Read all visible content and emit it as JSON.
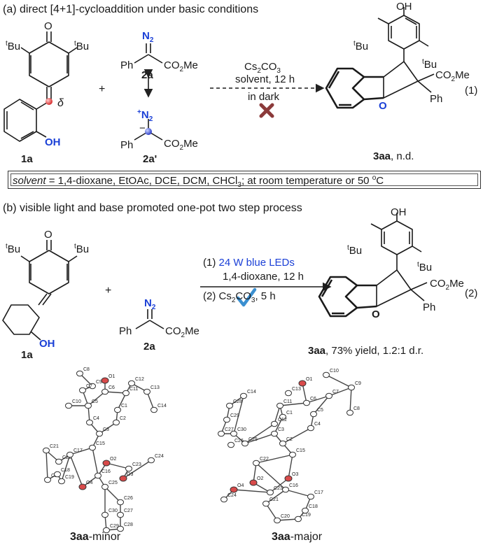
{
  "part_a": {
    "heading": "(a) direct [4+1]-cycloaddition under basic conditions",
    "substituent_tbu": "Bu",
    "substituent_t": "t",
    "delta": "δ",
    "oh": "OH",
    "o_ring": "O",
    "n2": "N",
    "n2_sub": "2",
    "ph": "Ph",
    "co2me": "CO2Me",
    "label_1a": "1a",
    "label_2a": "2a",
    "label_2a_prime": "2a'",
    "reagent": "Cs2CO3",
    "cond_1": "solvent, 12 h",
    "cond_2": "in dark",
    "eq_number": "(1)",
    "product_label": "3aa",
    "product_suffix": ", n.d.",
    "plus": "+",
    "plus_charge": "+",
    "minus_charge": "−",
    "solvent_note": {
      "lead": "solvent",
      "rest": " = 1,4-dioxane, EtOAc, DCE, DCM, CHCl",
      "sub": "3",
      "tail": "; at room temperature or 50 ",
      "deg": "o",
      "unit": "C"
    }
  },
  "part_b": {
    "heading": "(b) visible light and base promoted one-pot two step process",
    "step_1_prefix": "(1) ",
    "step_1_light": "24 W blue LEDs",
    "step_1_cond": "1,4-dioxane, 12 h",
    "step_2": "(2) Cs2CO3, 5 h",
    "eq_number": "(2)",
    "label_1a": "1a",
    "label_2a": "2a",
    "product_label": "3aa",
    "product_suffix": ", 73% yield, 1.2:1 d.r.",
    "plus": "+"
  },
  "crystal": {
    "minor_label": "3aa",
    "minor_suffix": "-minor",
    "major_label": "3aa",
    "major_suffix": "-major",
    "minor_atoms": [
      "C8",
      "O1",
      "C12",
      "C9",
      "C6",
      "C11",
      "C7",
      "C13",
      "C10",
      "C5",
      "C1",
      "C14",
      "C4",
      "C2",
      "C3",
      "C15",
      "C21",
      "C22",
      "C17",
      "O2",
      "C24",
      "C23",
      "O3",
      "C20",
      "C18",
      "C16",
      "C19",
      "O4",
      "C25",
      "C26",
      "C30",
      "C27",
      "C29",
      "C28"
    ],
    "major_atoms": [
      "O1",
      "C10",
      "C14",
      "C13",
      "C6",
      "C7",
      "C9",
      "C28",
      "C11",
      "C5",
      "C8",
      "C29",
      "C1",
      "C4",
      "C12",
      "C27",
      "C30",
      "C25",
      "C3",
      "C2",
      "C26",
      "C15",
      "C22",
      "O2",
      "O3",
      "C16",
      "C17",
      "O4",
      "C23",
      "C21",
      "C18",
      "C24",
      "C20",
      "C19"
    ]
  },
  "colors": {
    "blue": "#1a3fd6",
    "cross": "#8b3a3a",
    "check": "#3a8fd0",
    "oxygen": "#d84a4a",
    "hydrogen": "#6fd6e6"
  }
}
